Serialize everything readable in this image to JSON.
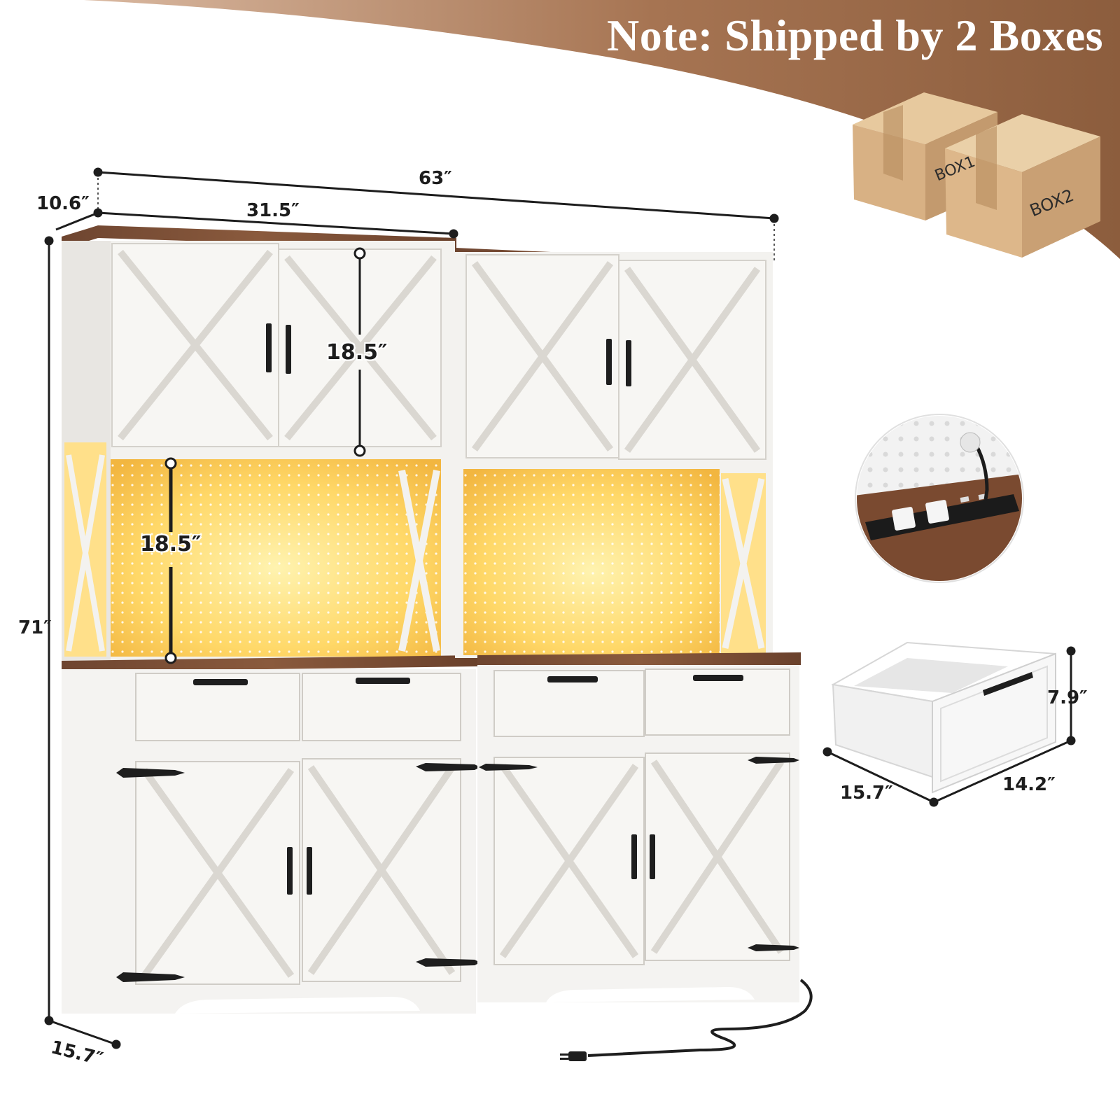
{
  "banner": {
    "note": "Note: Shipped by 2 Boxes",
    "color": "#9a6a48"
  },
  "boxes": {
    "box1_label": "BOX1",
    "box2_label": "BOX2"
  },
  "dimensions": {
    "total_width": "63″",
    "unit_width": "31.5″",
    "hutch_depth": "10.6″",
    "height": "71″",
    "base_depth": "15.7″",
    "upper_cabinet_height": "18.5″",
    "open_shelf_height": "18.5″"
  },
  "drawer": {
    "height": "7.9″",
    "depth": "15.7″",
    "width": "14.2″"
  },
  "colors": {
    "wood_top": "#7a4e35",
    "cabinet_white": "#f4f3f1",
    "led_glow": "#ffd66b",
    "hardware_black": "#1e1e1e"
  }
}
